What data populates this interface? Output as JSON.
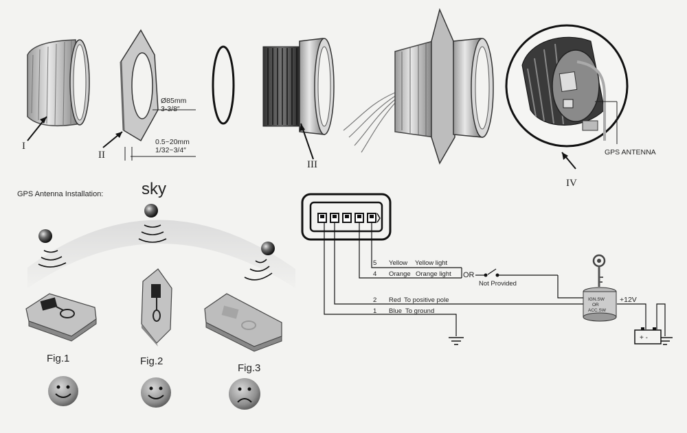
{
  "parts": {
    "part1_label": "I",
    "part2_label": "II",
    "part3_label": "III",
    "part4_label": "IV",
    "bezel_diameter": "Ø85mm",
    "bezel_diameter_in": "3-3/8″",
    "panel_thickness": "0.5~20mm",
    "panel_thickness_in": "1/32~3/4″",
    "gps_antenna_label": "GPS ANTENNA"
  },
  "antenna_install": {
    "title": "GPS  Antenna Installation:",
    "sky_label": "sky",
    "figures": [
      {
        "label": "Fig.1",
        "face": "smile-icon"
      },
      {
        "label": "Fig.2",
        "face": "smile-icon"
      },
      {
        "label": "Fig.3",
        "face": "frown-icon"
      }
    ]
  },
  "wiring": {
    "or_label": "OR",
    "not_provided": "Not Provided",
    "supply_voltage": "+12V",
    "ignition_switch": [
      "IGN.SW",
      "OR",
      "ACC.SW"
    ],
    "battery_terminals": "+ -",
    "wires": [
      {
        "pin": "5",
        "color": "Yellow",
        "desc": "Yellow light"
      },
      {
        "pin": "4",
        "color": "Orange",
        "desc": "Orange light"
      },
      {
        "pin": "2",
        "color": "Red",
        "desc": "To positive pole"
      },
      {
        "pin": "1",
        "color": "Blue",
        "desc": "To ground"
      }
    ]
  }
}
